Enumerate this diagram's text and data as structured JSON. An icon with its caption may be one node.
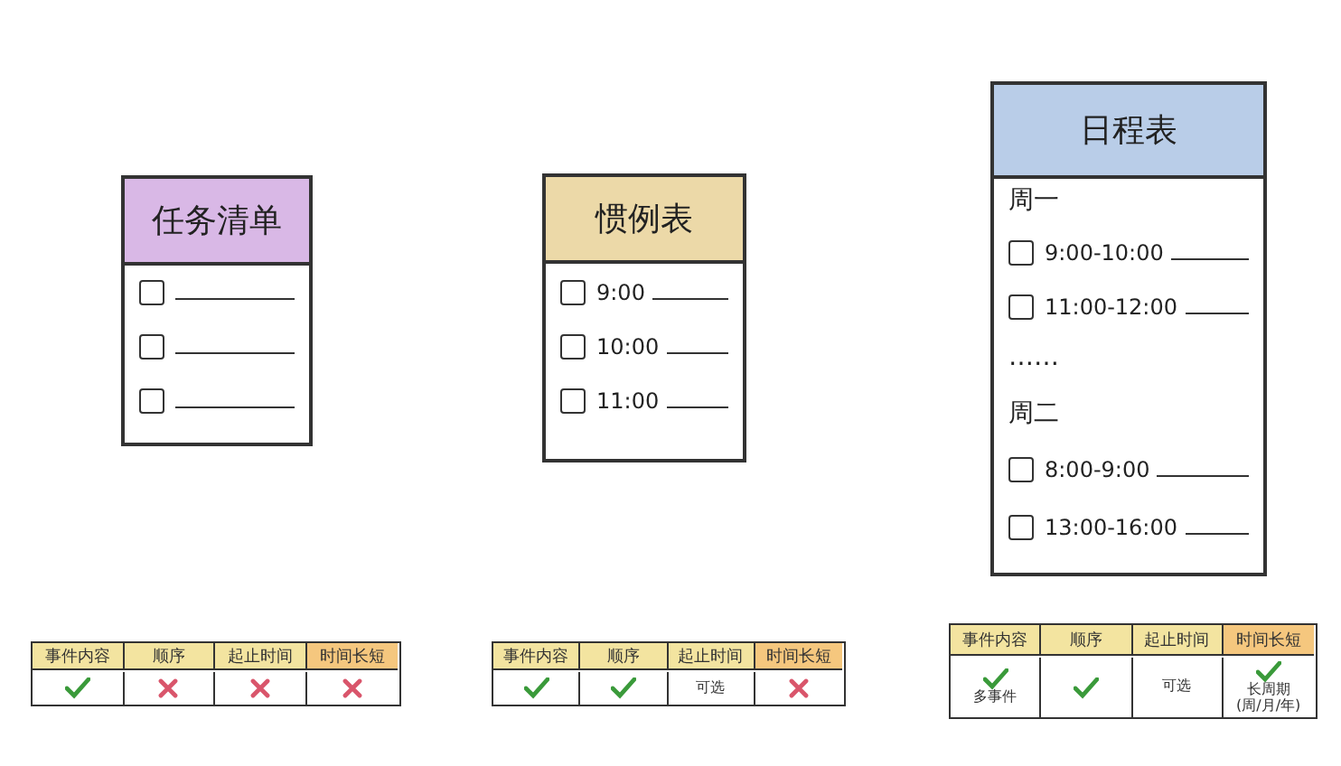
{
  "diagram": {
    "nodes": [
      {
        "text": [
          "任务清单"
        ]
      },
      {
        "text": [
          "惯例表",
          "9:00",
          "10:00",
          "11:00"
        ]
      },
      {
        "text": [
          "日程表",
          "周一",
          "9:00-10:00",
          "11:00-12:00",
          "……",
          "周二",
          "8:00-9:00",
          "13:00-16:00"
        ]
      }
    ],
    "labels": [
      "事件内容",
      "顺序",
      "起止时间",
      "时间长短",
      "事件内容",
      "顺序",
      "起止时间",
      "时间长短",
      "可选",
      "事件内容",
      "顺序",
      "起止时间",
      "时间长短",
      "多事件",
      "可选",
      "长周期 (周/月/年)"
    ]
  }
}
